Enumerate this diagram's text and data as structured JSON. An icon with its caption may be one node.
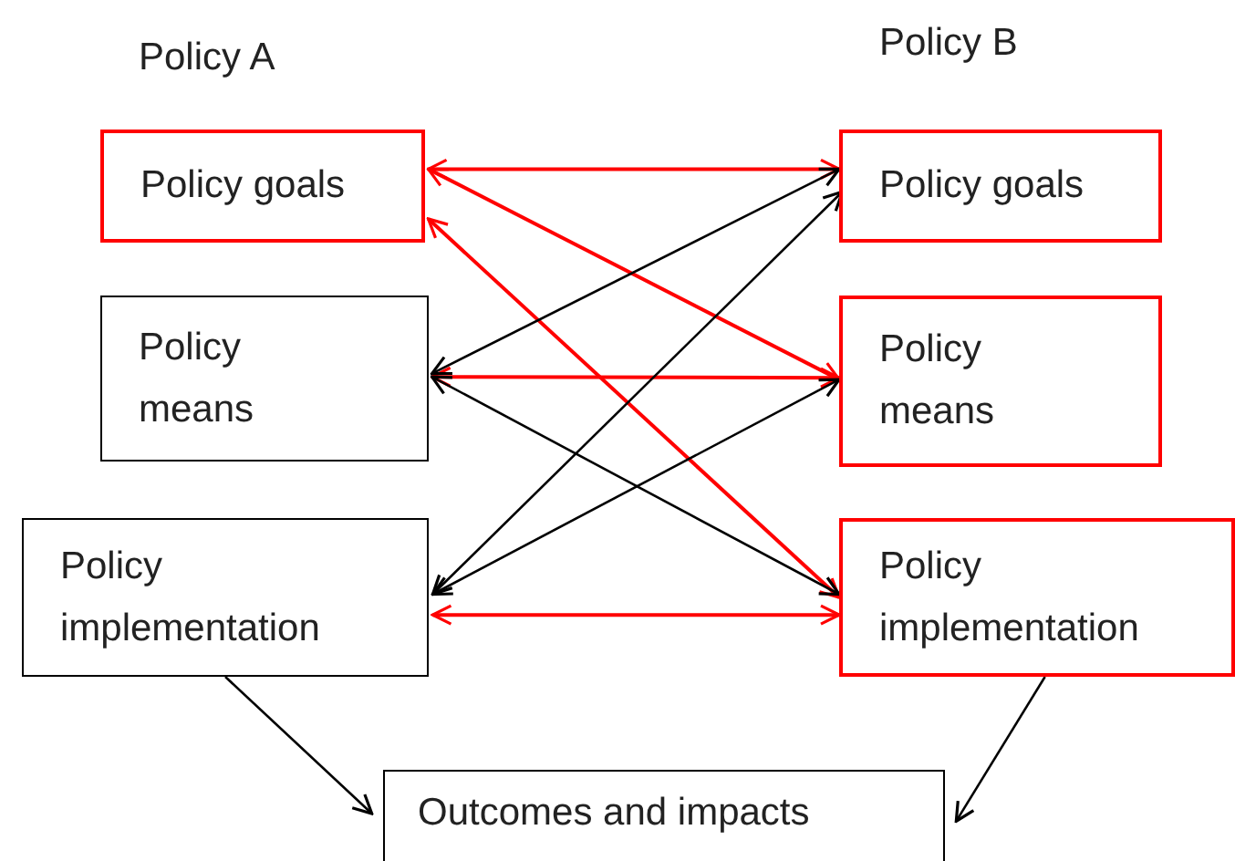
{
  "diagram": {
    "nodes": [
      {
        "text": [
          "Policy goals"
        ]
      },
      {
        "text": [
          "Policy means"
        ]
      },
      {
        "text": [
          "Policy implementation"
        ]
      },
      {
        "text": [
          "Policy goals"
        ]
      },
      {
        "text": [
          "Policy means"
        ]
      },
      {
        "text": [
          "Policy implementation"
        ]
      },
      {
        "text": [
          "Outcomes and impacts"
        ]
      }
    ],
    "edges": [
      {
        "from": 0,
        "to": 3,
        "arrow": "both",
        "color": "#ff0000"
      },
      {
        "from": 0,
        "to": 4,
        "arrow": "both",
        "color": "#ff0000"
      },
      {
        "from": 5,
        "to": 0,
        "arrow": "both",
        "color": "#ff0000"
      },
      {
        "from": 1,
        "to": 4,
        "arrow": "both",
        "color": "#ff0000"
      },
      {
        "from": 2,
        "to": 5,
        "arrow": "both",
        "color": "#ff0000"
      },
      {
        "from": 1,
        "to": 3,
        "arrow": "both"
      },
      {
        "from": 2,
        "to": 3,
        "arrow": "both"
      },
      {
        "from": 1,
        "to": 5,
        "arrow": "both"
      },
      {
        "from": 2,
        "to": 4,
        "arrow": "both"
      },
      {
        "from": 2,
        "to": 6,
        "arrow": "to"
      },
      {
        "from": 5,
        "to": 6,
        "arrow": "to"
      }
    ],
    "labels": [
      "Policy A",
      "Policy B"
    ]
  }
}
